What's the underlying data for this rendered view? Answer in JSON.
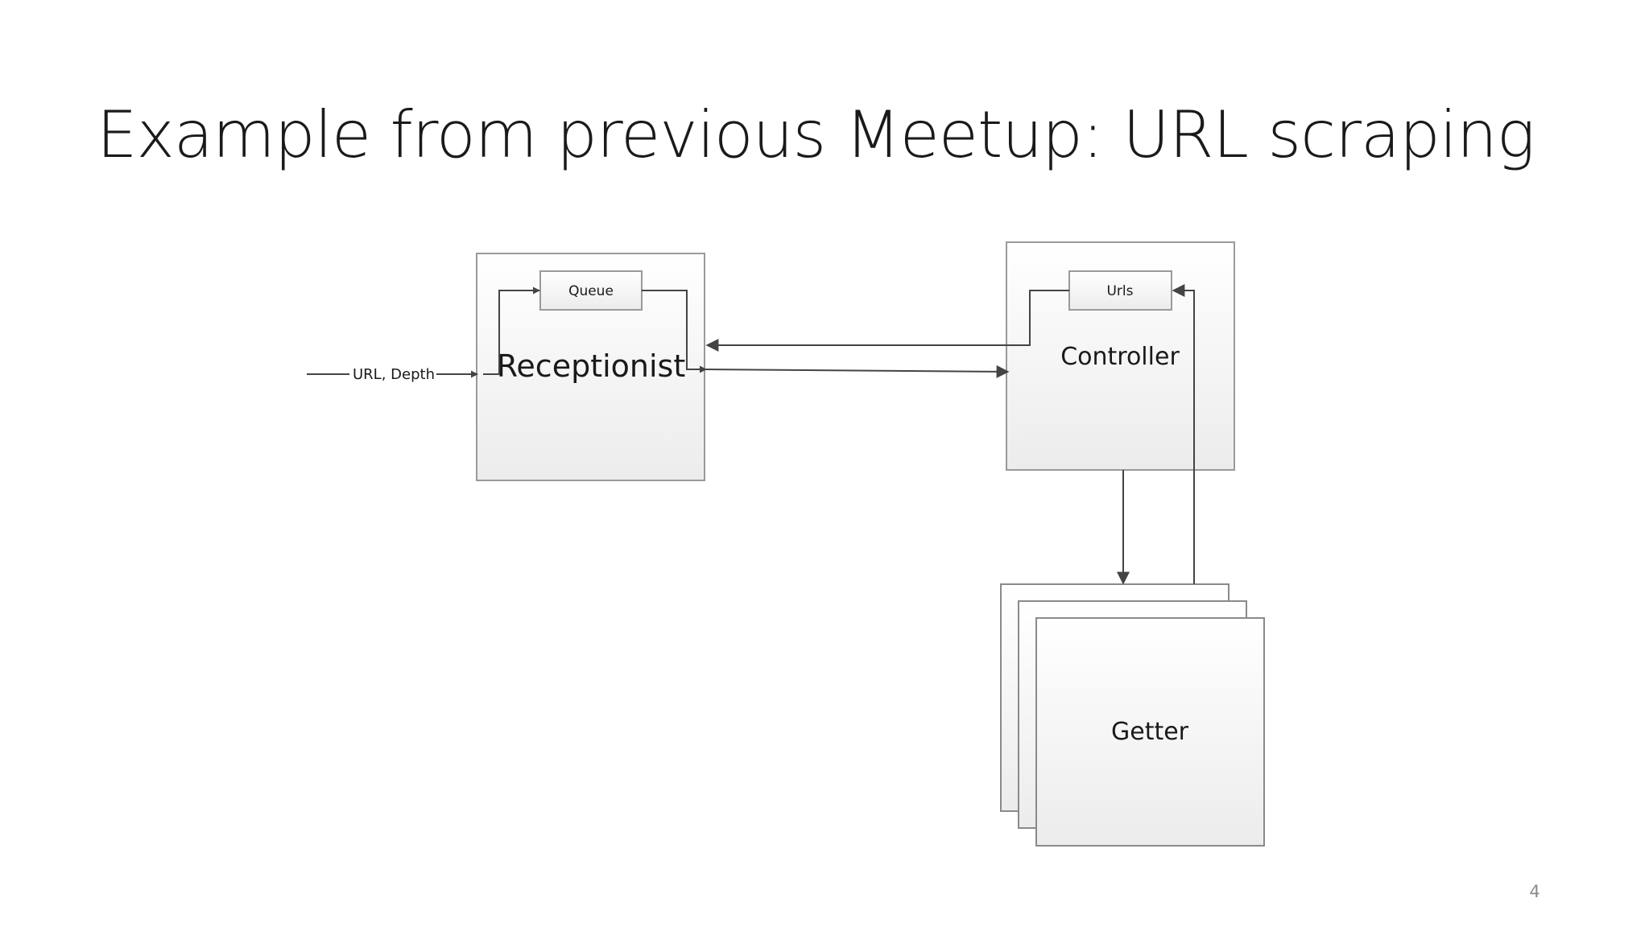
{
  "slide": {
    "title": "Example from previous Meetup: URL scraping",
    "page_number": "4"
  },
  "diagram": {
    "input_label": "URL, Depth",
    "receptionist": {
      "label": "Receptionist",
      "queue_label": "Queue"
    },
    "controller": {
      "label": "Controller",
      "urls_label": "Urls"
    },
    "getter": {
      "label": "Getter",
      "stack_count": 3
    }
  },
  "colors": {
    "line": "#444444",
    "box_border": "#9a9a9a",
    "box_fill_top": "#ffffff",
    "box_fill_bottom": "#ececec",
    "text": "#1a1a1a"
  }
}
